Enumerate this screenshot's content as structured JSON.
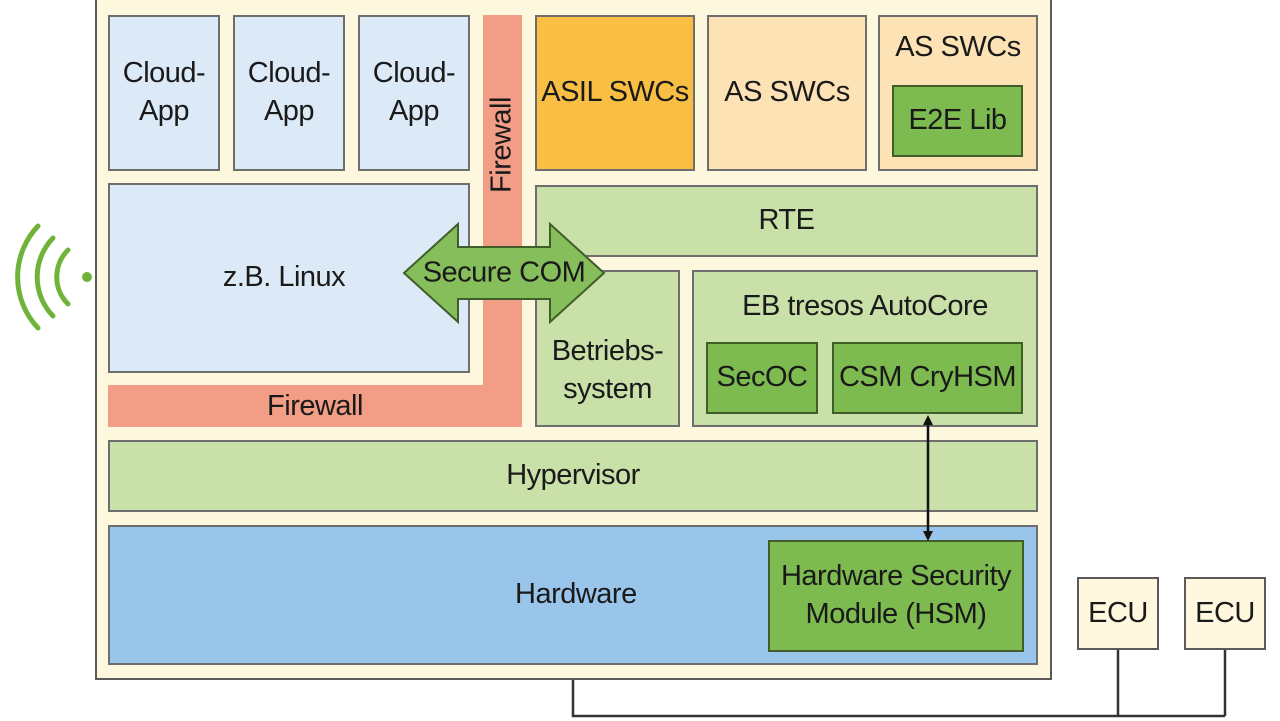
{
  "apps": {
    "cloud_apps": [
      "Cloud-\nApp",
      "Cloud-\nApp",
      "Cloud-\nApp"
    ],
    "asil_swcs": "ASIL SWCs",
    "as_swcs": "AS SWCs",
    "as_swcs_e2e": "AS SWCs",
    "e2e_lib": "E2E Lib"
  },
  "linux": "z.B. Linux",
  "firewall_vertical": "Firewall",
  "firewall_horizontal": "Firewall",
  "secure_com": "Secure COM",
  "rte": "RTE",
  "betriebssystem": "Betriebs-\nsystem",
  "autocore": {
    "title": "EB tresos AutoCore",
    "secoc": "SecOC",
    "csm": "CSM CryHSM"
  },
  "hypervisor": "Hypervisor",
  "hardware": "Hardware",
  "hsm": "Hardware Security\nModule (HSM)",
  "ecus": [
    "ECU",
    "ECU"
  ],
  "colors": {
    "frame": "#fdf7de",
    "cloud": "#dbeaf6",
    "asil": "#f8bf44",
    "as": "#fde2b5",
    "green_light": "#c9e0a8",
    "green_dark": "#7dba4f",
    "hardware": "#99c5ea",
    "firewall": "#f29e86",
    "wireless": "#6fb33a"
  },
  "icons": {
    "wireless": "wireless-signal-icon"
  }
}
